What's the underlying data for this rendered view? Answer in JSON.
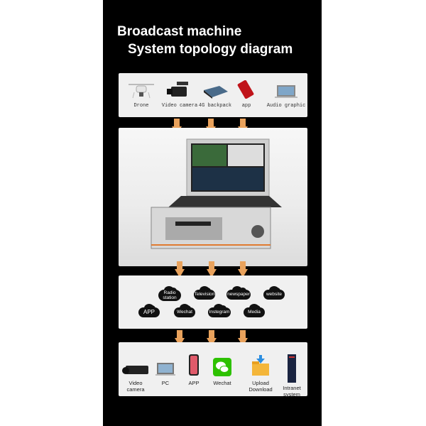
{
  "title": {
    "line1": "Broadcast machine",
    "line2": "System topology diagram"
  },
  "sources": [
    "Drone",
    "Video camera",
    "4G backpack",
    "app",
    "Audio graphic"
  ],
  "platforms": [
    "Radio station",
    "Television",
    "newspaper",
    "website",
    "APP",
    "Wechat",
    "Instegram",
    "Media"
  ],
  "outputs": [
    "Video camera",
    "PC",
    "APP",
    "Wechat",
    "Upload Download",
    "Intranet system"
  ],
  "colors": {
    "arrow": "#e9a25c",
    "panel": "#000000",
    "box": "#f0f0f0"
  }
}
